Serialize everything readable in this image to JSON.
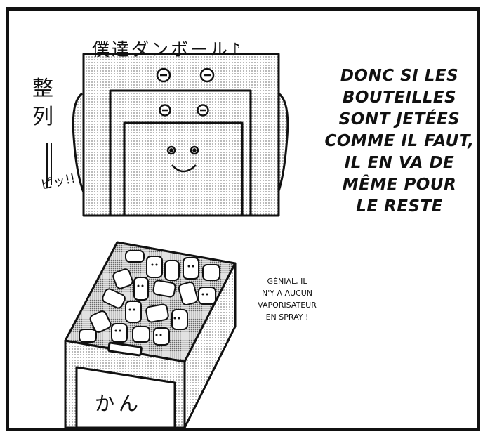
{
  "panel": {
    "title_jp": "僕達ダンボール♪",
    "vertical_jp": [
      "整",
      "列"
    ],
    "sfx_jp": "ピッ!!",
    "box_label_jp": "かん",
    "narration_lines": [
      "DONC SI LES",
      "BOUTEILLES",
      "SONT JETÉES",
      "COMME IL FAUT,",
      "IL EN VA DE",
      "MÊME POUR",
      "LE RESTE"
    ],
    "speech_lines": [
      "GÉNIAL, IL",
      "N'Y A AUCUN",
      "VAPORISATEUR",
      "EN SPRAY !"
    ]
  }
}
